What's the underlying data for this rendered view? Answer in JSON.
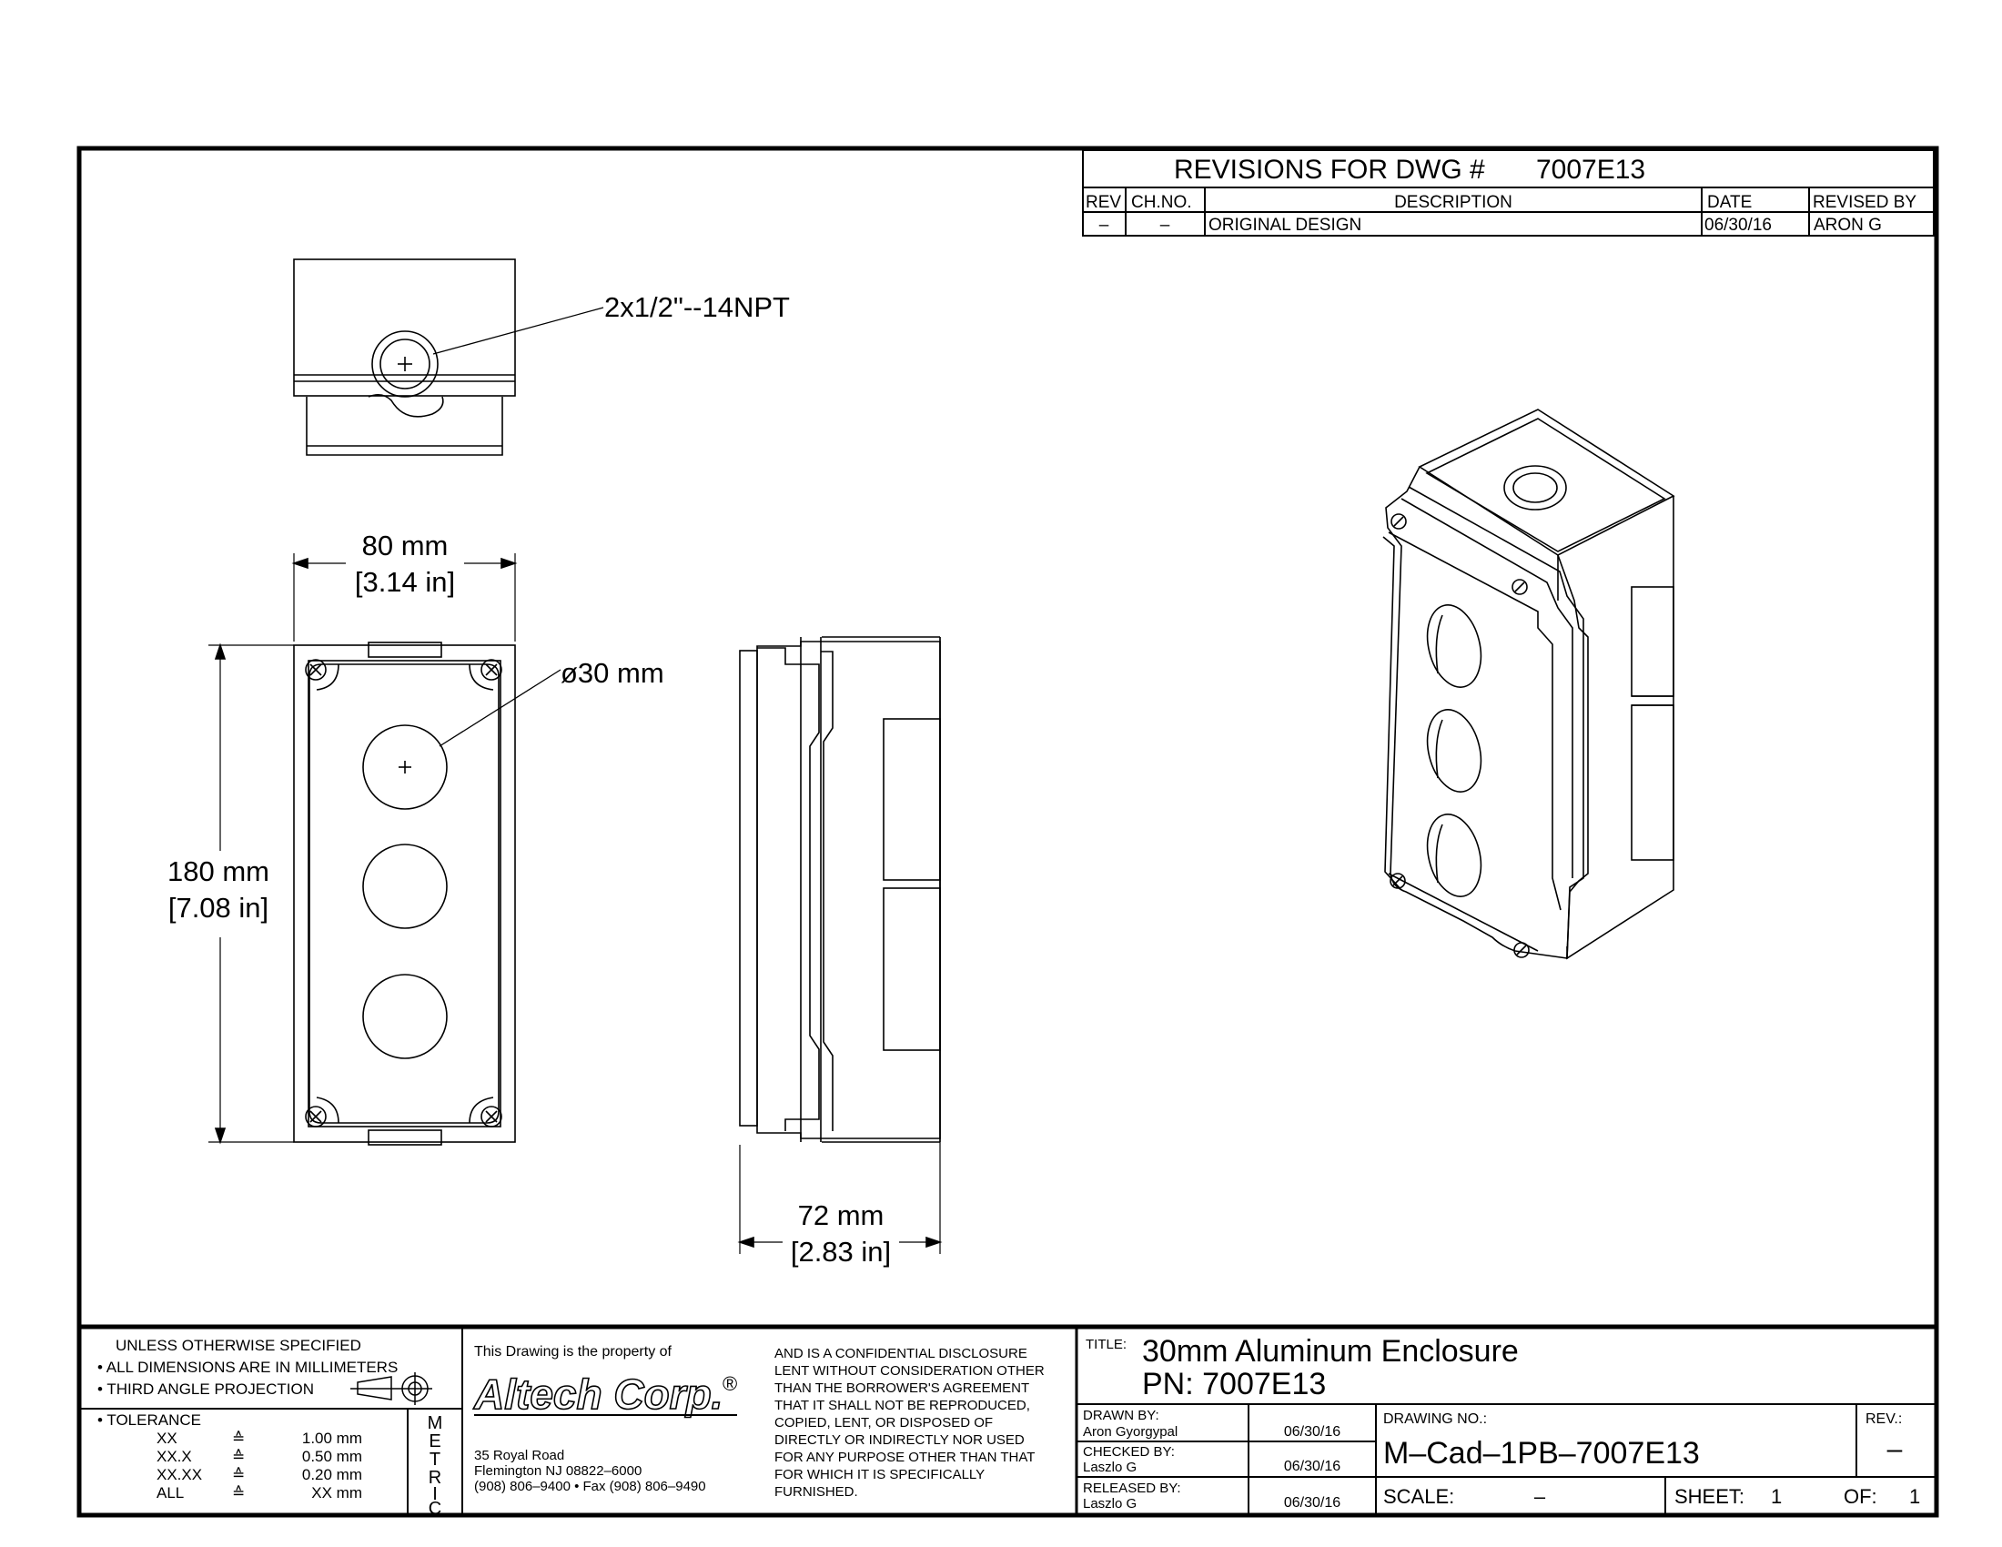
{
  "revisions": {
    "title_prefix": "REVISIONS FOR DWG #",
    "dwg_number": "7007E13",
    "headers": {
      "rev": "REV",
      "chno": "CH.NO.",
      "description": "DESCRIPTION",
      "date": "DATE",
      "revised_by": "REVISED BY"
    },
    "rows": [
      {
        "rev": "–",
        "chno": "–",
        "description": "ORIGINAL DESIGN",
        "date": "06/30/16",
        "revised_by": "ARON G"
      }
    ]
  },
  "dimensions": {
    "thread_callout": "2x1/2\"--14NPT",
    "width_mm": "80 mm",
    "width_in": "[3.14 in]",
    "height_mm": "180 mm",
    "height_in": "[7.08 in]",
    "hole_dia": "ø30 mm",
    "depth_mm": "72 mm",
    "depth_in": "[2.83 in]"
  },
  "notes": {
    "unless": "UNLESS OTHERWISE SPECIFIED",
    "all_dims": "• ALL DIMENSIONS ARE IN MILLIMETERS",
    "projection": "• THIRD ANGLE PROJECTION",
    "tolerance_label": "• TOLERANCE",
    "tolerance": [
      {
        "key": "XX",
        "sym": "≙",
        "val": "1.00 mm"
      },
      {
        "key": "XX.X",
        "sym": "≙",
        "val": "0.50 mm"
      },
      {
        "key": "XX.XX",
        "sym": "≙",
        "val": "0.20 mm"
      },
      {
        "key": "ALL",
        "sym": "≙",
        "val": "XX mm"
      }
    ],
    "metric_letters": [
      "M",
      "E",
      "T",
      "R",
      "I",
      "C"
    ]
  },
  "company": {
    "property_of": "This Drawing is the property of",
    "logo_text": "Altech Corp.",
    "logo_mark": "®",
    "address1": "35 Royal Road",
    "address2": "Flemington NJ 08822–6000",
    "address3": "(908) 806–9400 • Fax (908) 806–9490",
    "disclosure": [
      "AND IS A CONFIDENTIAL DISCLOSURE",
      "LENT WITHOUT CONSIDERATION OTHER",
      "THAN THE BORROWER'S AGREEMENT",
      "THAT IT SHALL NOT BE REPRODUCED,",
      "COPIED, LENT, OR DISPOSED OF",
      "DIRECTLY OR INDIRECTLY NOR USED",
      "FOR ANY PURPOSE OTHER THAN THAT",
      "FOR WHICH IT IS SPECIFICALLY",
      "FURNISHED."
    ]
  },
  "titleblock": {
    "title_label": "TITLE:",
    "title": "30mm Aluminum Enclosure",
    "pn": "PN: 7007E13",
    "drawn_label": "DRAWN BY:",
    "drawn_name": "Aron Gyorgypal",
    "drawn_date": "06/30/16",
    "checked_label": "CHECKED BY:",
    "checked_name": "Laszlo G",
    "checked_date": "06/30/16",
    "released_label": "RELEASED BY:",
    "released_name": "Laszlo G",
    "released_date": "06/30/16",
    "drawing_no_label": "DRAWING NO.:",
    "drawing_no": "M–Cad–1PB–7007E13",
    "rev_label": "REV.:",
    "rev": "–",
    "scale_label": "SCALE:",
    "scale": "–",
    "sheet_label": "SHEET:",
    "sheet": "1",
    "of_label": "OF:",
    "of": "1"
  }
}
